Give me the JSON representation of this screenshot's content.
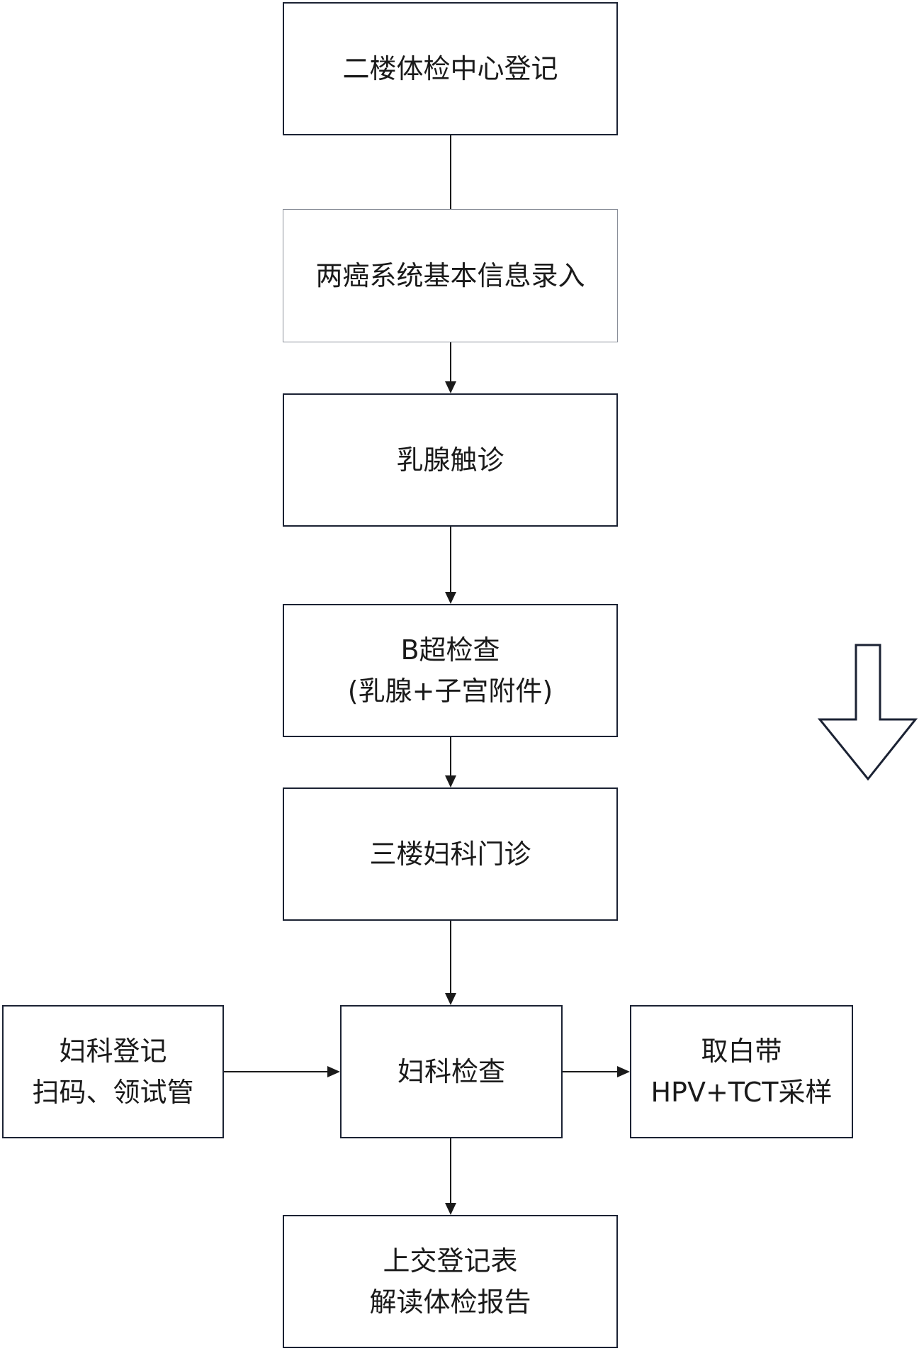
{
  "boxes": {
    "registration": "二楼体检中心登记",
    "info_entry": "两癌系统基本信息录入",
    "breast_palpation": "乳腺触诊",
    "ultrasound": {
      "line1": "B超检查",
      "line2": "(乳腺+子宫附件)"
    },
    "gyn_clinic": "三楼妇科门诊",
    "gyn_registration": {
      "line1": "妇科登记",
      "line2": "扫码、领试管"
    },
    "gyn_exam": "妇科检查",
    "sampling": {
      "line1": "取白带",
      "line2": "HPV+TCT采样"
    },
    "submit": {
      "line1": "上交登记表",
      "line2": "解读体检报告"
    }
  },
  "direction_arrow_icon": "hollow-down-arrow"
}
